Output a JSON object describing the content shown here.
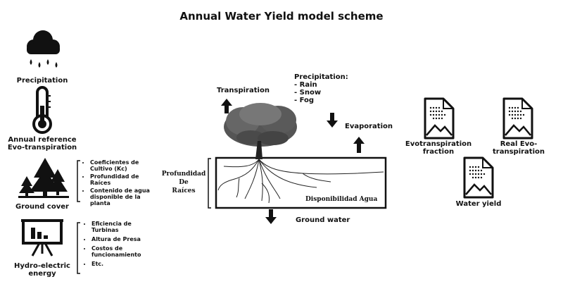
{
  "title": "Annual Water Yield model scheme",
  "inputs": {
    "precipitation": "Precipitation",
    "et_ref_line1": "Annual reference",
    "et_ref_line2": "Evo-transpiration",
    "ground_cover": "Ground cover",
    "hydro_line1": "Hydro-electric",
    "hydro_line2": "energy"
  },
  "ground_cover_items": [
    "Coeficientes de Cultivo (Kc)",
    "Profundidad de Raíces",
    "Contenido de agua disponible de la planta"
  ],
  "hydro_items": [
    "Eficiencia de Turbinas",
    "Altura de Presa",
    "Costos de funcionamiento",
    "Etc."
  ],
  "process": {
    "transpiration": "Transpiration",
    "precip_heading": "Precipitation:",
    "precip_items": [
      "- Rain",
      "- Snow",
      "- Fog"
    ],
    "evaporation": "Evaporation",
    "root_depth_l1": "Profundidad",
    "root_depth_l2": "De",
    "root_depth_l3": "Raíces",
    "water_availability": "Disponibilidad Agua",
    "ground_water": "Ground water"
  },
  "outputs": {
    "et_frac_l1": "Evotranspiration",
    "et_frac_l2": "fraction",
    "real_et_l1": "Real Evo-",
    "real_et_l2": "transpiration",
    "water_yield": "Water yield"
  },
  "colors": {
    "ink": "#111111",
    "tree": "#4a4a4a"
  }
}
